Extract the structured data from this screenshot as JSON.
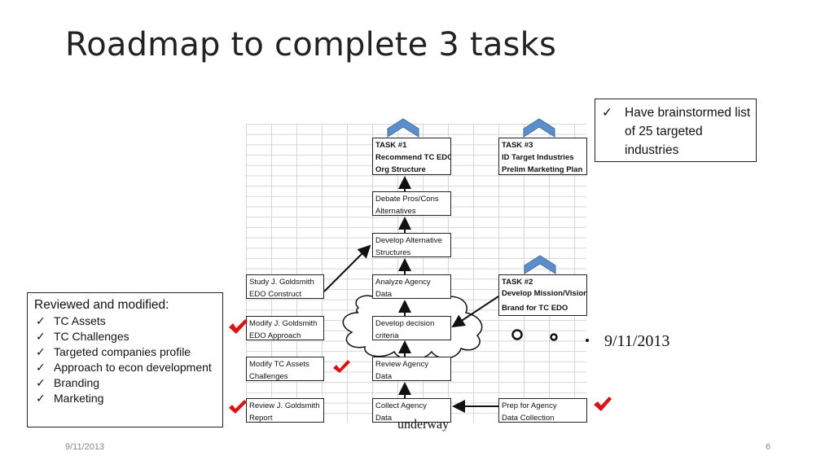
{
  "slide": {
    "title": "Roadmap to complete 3 tasks",
    "footer_date": "9/11/2013",
    "page_number": "6"
  },
  "boxes": {
    "task1": [
      "TASK #1",
      "Recommend TC EDO",
      "Org Structure"
    ],
    "task3": [
      "TASK #3",
      "ID Target Industries",
      "Prelim Marketing Plan"
    ],
    "debate": [
      "Debate Pros/Cons",
      "Alternatives"
    ],
    "develop_alt": [
      "Develop Alternative",
      "Structures"
    ],
    "study_goldsmith": [
      "Study J. Goldsmith",
      "EDO Construct"
    ],
    "analyze_agency": [
      "Analyze Agency",
      "Data"
    ],
    "task2": [
      "TASK #2",
      "Develop Mission/Vision",
      "Brand for TC EDO"
    ],
    "modify_approach": [
      "Modify J. Goldsmith",
      "EDO Approach"
    ],
    "develop_decision": [
      "Develop decision",
      "criteria"
    ],
    "modify_assets": [
      "Modify TC Assets",
      "Challenges"
    ],
    "review_agency": [
      "Review Agency",
      "Data"
    ],
    "review_report": [
      "Review J. Goldsmith",
      "Report"
    ],
    "collect_agency": [
      "Collect Agency",
      "Data"
    ],
    "prep_agency": [
      "Prep for Agency",
      "Data Collection"
    ]
  },
  "left_callout": {
    "heading": "Reviewed and modified:",
    "items": [
      "TC Assets",
      "TC Challenges",
      "Targeted companies profile",
      "Approach to econ development",
      "Branding",
      "Marketing"
    ]
  },
  "right_callout": {
    "items": [
      "Have brainstormed list of 25 targeted industries"
    ]
  },
  "annotations": {
    "date": "9/11/2013",
    "underway": "underway"
  },
  "colors": {
    "chevron": "#5b8fc9",
    "checkmark": "#e01010",
    "grid_line": "#d6d6d6"
  },
  "icons": {
    "bullet_check": "check-icon",
    "red_check": "red-checkmark-icon",
    "chevron": "chevron-up-icon"
  }
}
